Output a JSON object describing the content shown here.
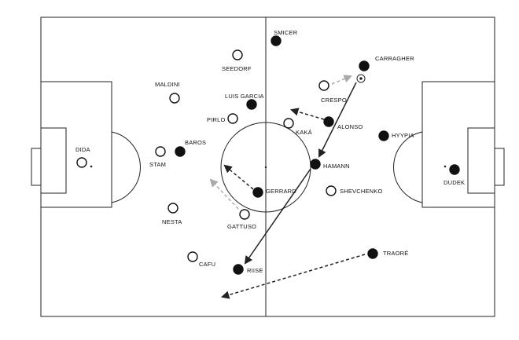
{
  "players": [
    {
      "name": "SMICER",
      "team": "filled"
    },
    {
      "name": "CARRAGHER",
      "team": "filled"
    },
    {
      "name": "SEEDORF",
      "team": "open"
    },
    {
      "name": "MALDINI",
      "team": "open"
    },
    {
      "name": "LUIS GARCIA",
      "team": "filled"
    },
    {
      "name": "CRESPO",
      "team": "open"
    },
    {
      "name": "PIRLO",
      "team": "open"
    },
    {
      "name": "KAKÁ",
      "team": "open"
    },
    {
      "name": "ALONSO",
      "team": "filled"
    },
    {
      "name": "HYYPIA",
      "team": "filled"
    },
    {
      "name": "DIDA",
      "team": "open"
    },
    {
      "name": "BAROS",
      "team": "filled"
    },
    {
      "name": "STAM",
      "team": "open"
    },
    {
      "name": "HAMANN",
      "team": "filled"
    },
    {
      "name": "DUDEK",
      "team": "filled"
    },
    {
      "name": "GERRARD",
      "team": "filled"
    },
    {
      "name": "SHEVCHENKO",
      "team": "open"
    },
    {
      "name": "NESTA",
      "team": "open"
    },
    {
      "name": "GATTUSO",
      "team": "open"
    },
    {
      "name": "CAFU",
      "team": "open"
    },
    {
      "name": "RIISE",
      "team": "filled"
    },
    {
      "name": "TRAORÉ",
      "team": "filled"
    }
  ],
  "colors": {
    "pitch_line": "#222222",
    "filled_player": "#111111",
    "open_player": "#ffffff",
    "pass_arrow": "#222222",
    "run_arrow_dark": "#222222",
    "run_arrow_light": "#aaaaaa"
  },
  "icons": {
    "ball": "soccer-ball-icon"
  }
}
